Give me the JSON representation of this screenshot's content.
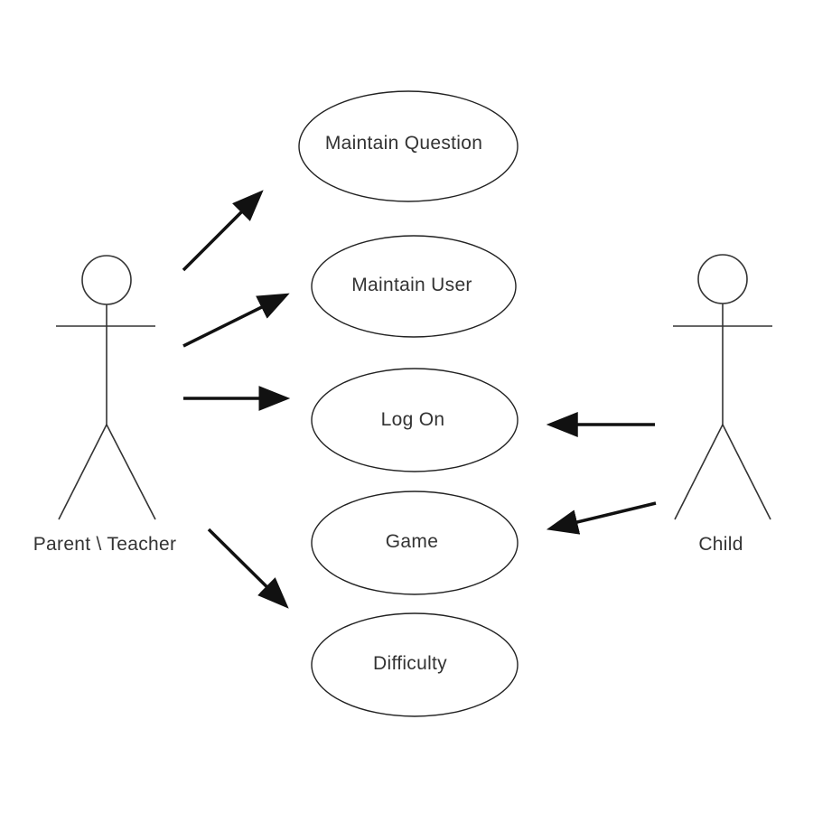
{
  "actors": [
    {
      "id": "parent-teacher",
      "label": "Parent \\ Teacher"
    },
    {
      "id": "child",
      "label": "Child"
    }
  ],
  "use_cases": [
    {
      "id": "maintain-question",
      "label": "Maintain Question"
    },
    {
      "id": "maintain-user",
      "label": "Maintain User"
    },
    {
      "id": "log-on",
      "label": "Log On"
    },
    {
      "id": "game",
      "label": "Game"
    },
    {
      "id": "difficulty",
      "label": "Difficulty"
    }
  ],
  "associations": [
    {
      "from": "parent-teacher",
      "to": "maintain-question"
    },
    {
      "from": "parent-teacher",
      "to": "maintain-user"
    },
    {
      "from": "parent-teacher",
      "to": "log-on"
    },
    {
      "from": "parent-teacher",
      "to": "difficulty"
    },
    {
      "from": "child",
      "to": "log-on"
    },
    {
      "from": "child",
      "to": "game"
    }
  ],
  "colors": {
    "line": "#111111",
    "outline": "#222222",
    "text": "#333333",
    "background": "#ffffff"
  }
}
